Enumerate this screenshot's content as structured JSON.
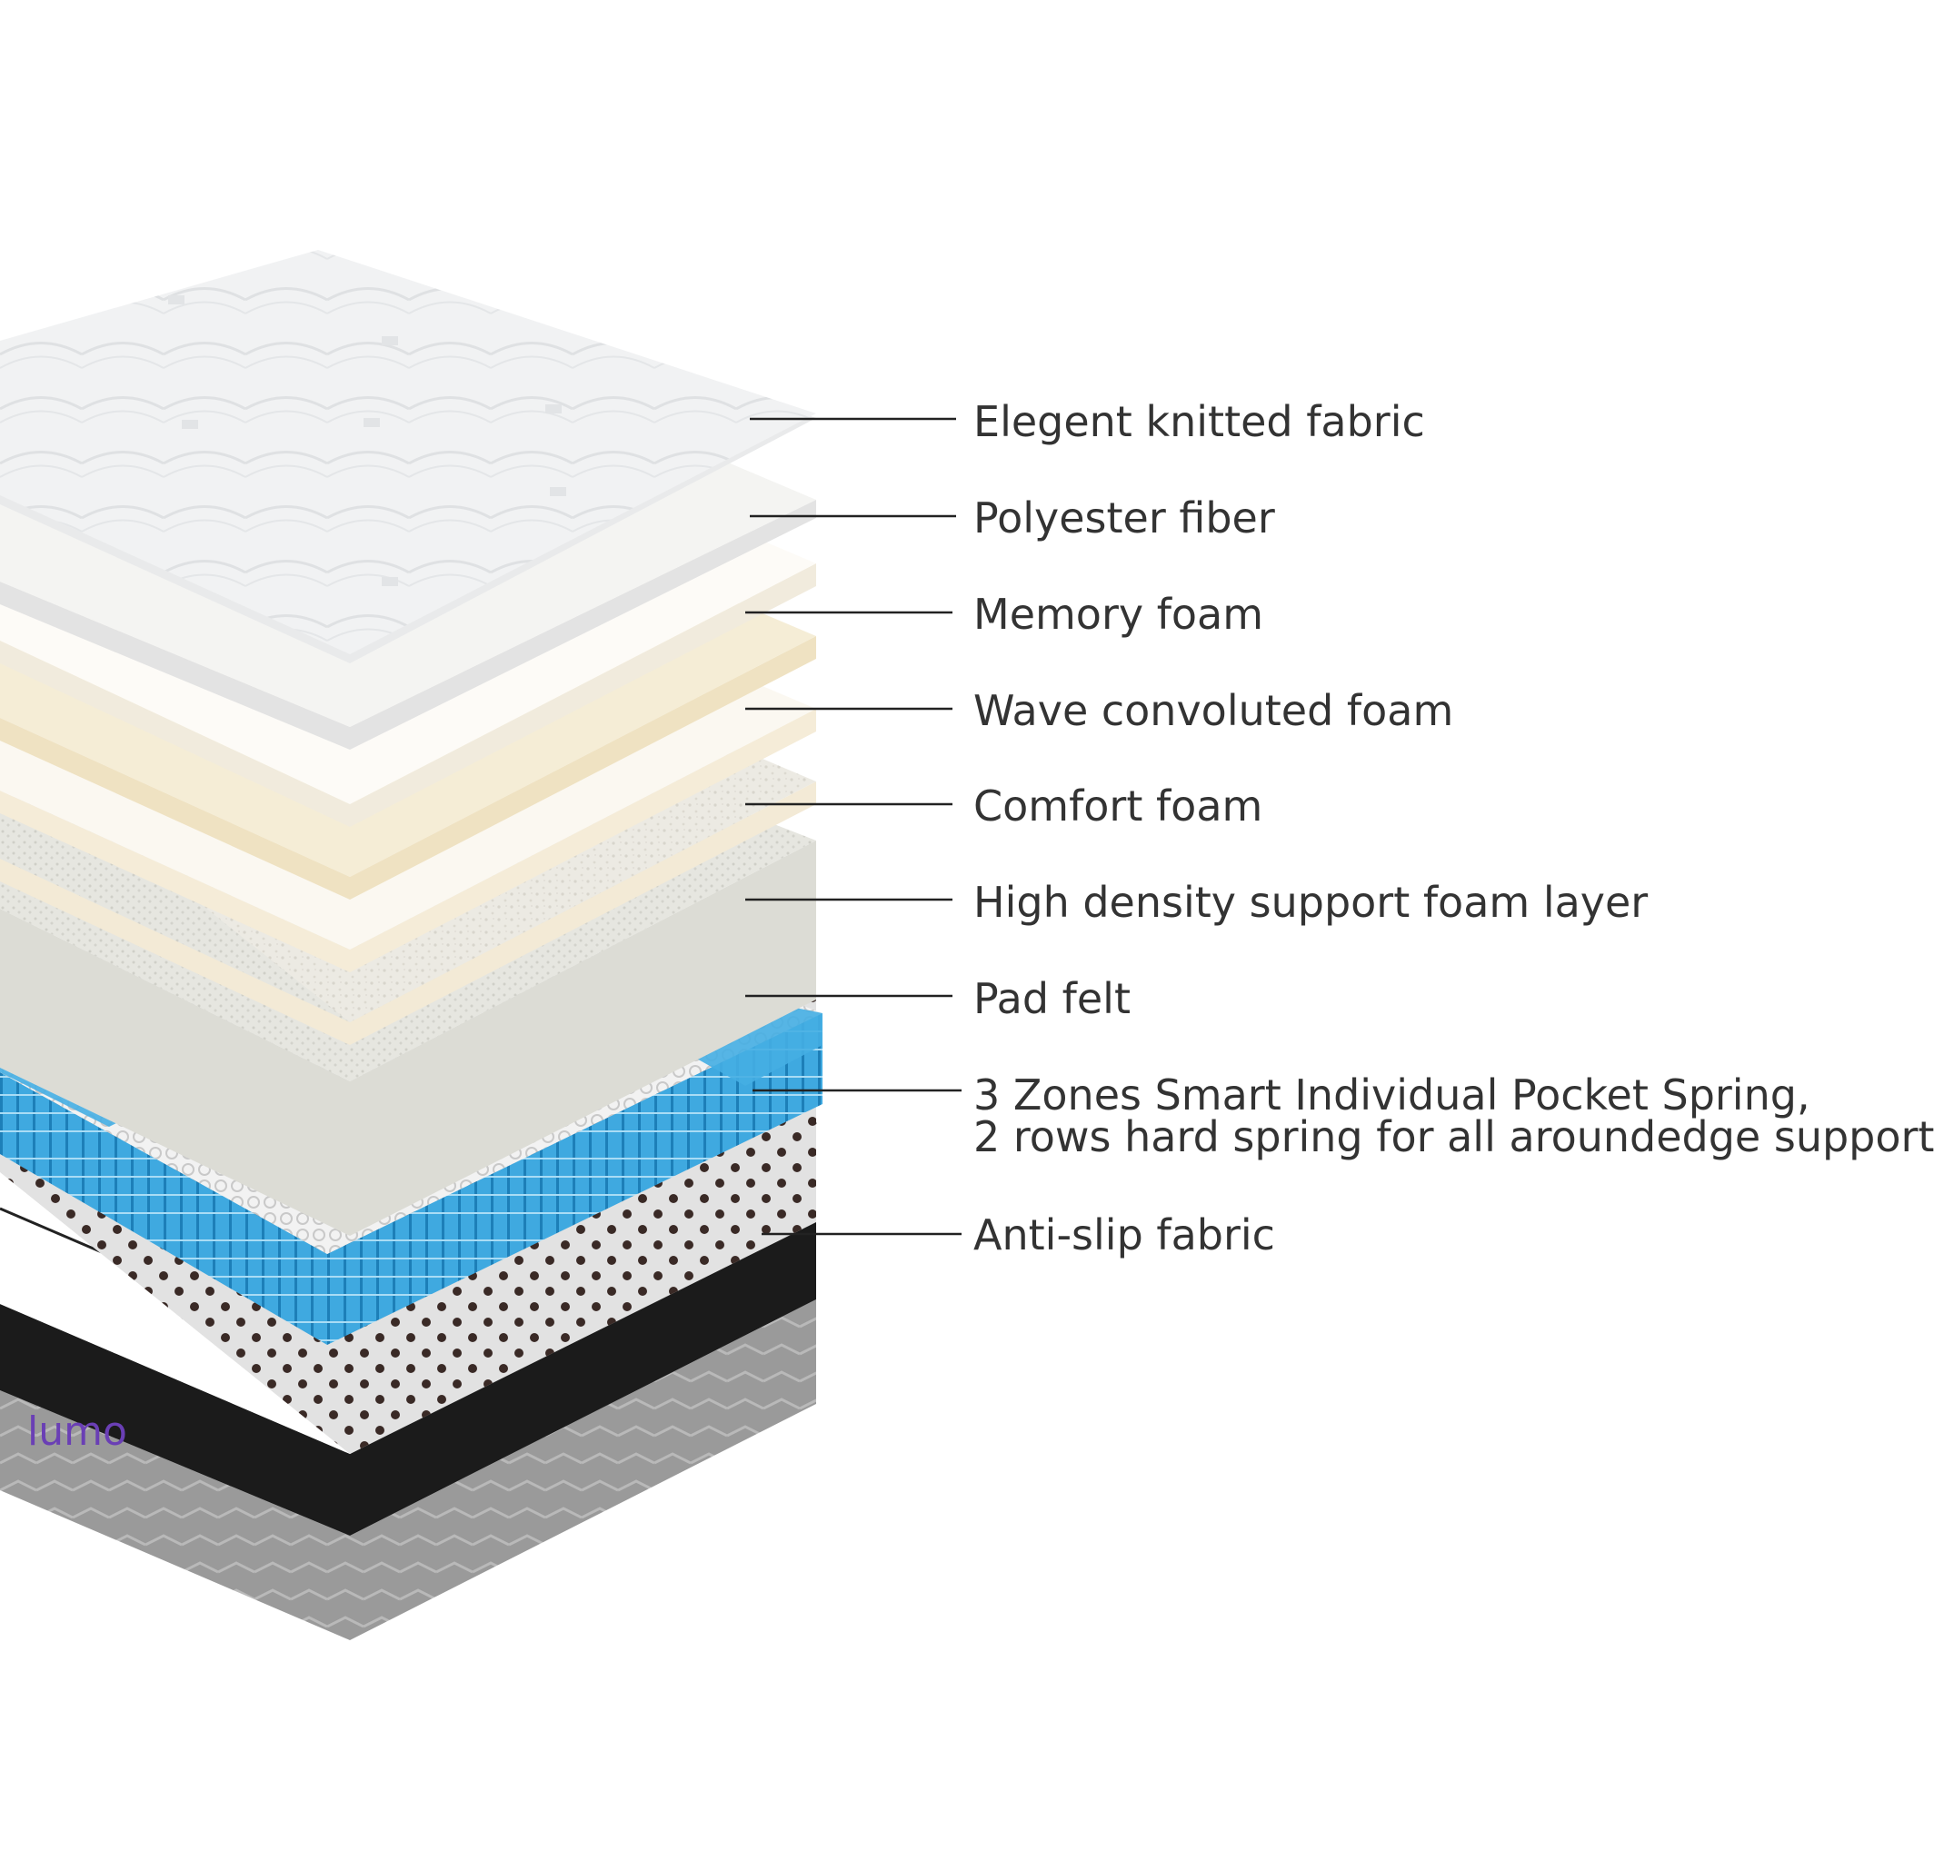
{
  "diagram": {
    "brand": "lumo",
    "brand_color": "#6a3fb5",
    "spring_color": "#3fa9e0",
    "layers": [
      {
        "label": "Elegent knitted fabric"
      },
      {
        "label": "Polyester fiber"
      },
      {
        "label": "Memory foam"
      },
      {
        "label": "Wave convoluted foam"
      },
      {
        "label": "Comfort foam"
      },
      {
        "label": "High density support foam layer"
      },
      {
        "label": "Pad felt"
      },
      {
        "label": "3 Zones Smart Individual Pocket Spring,",
        "label_line2": "2 rows hard spring for all aroundedge support"
      },
      {
        "label": "Anti-slip fabric"
      }
    ]
  }
}
